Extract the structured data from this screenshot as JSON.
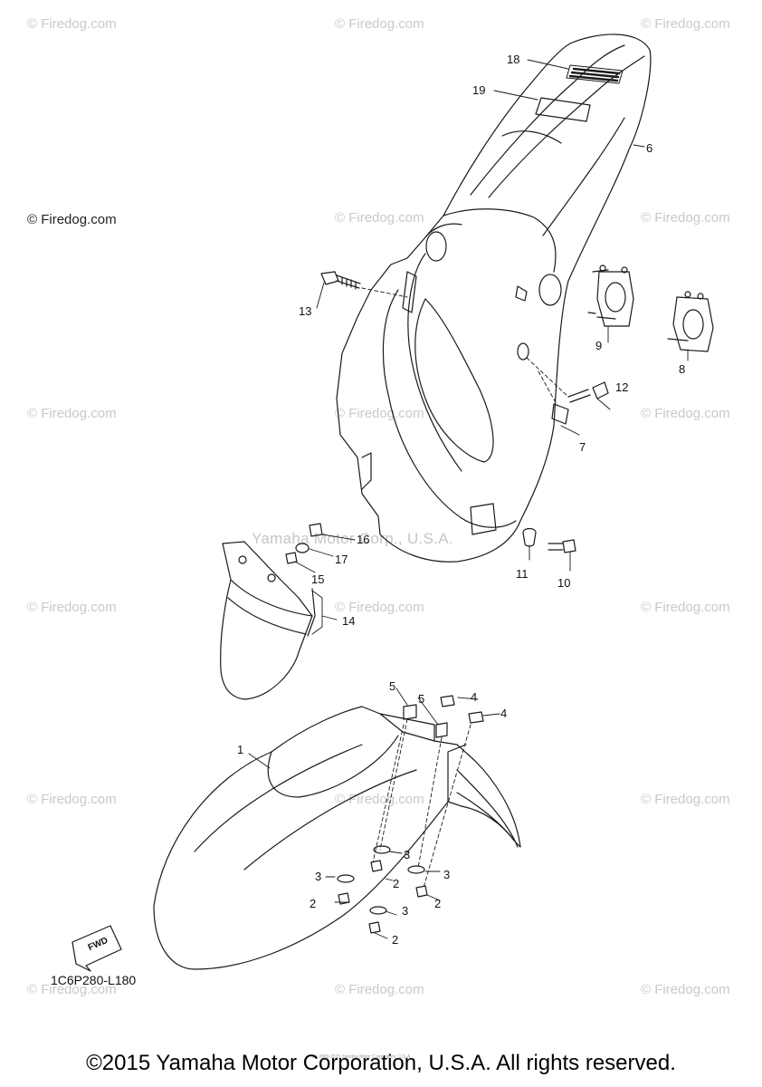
{
  "watermark_text": "© Firedog.com",
  "watermark_center": "Yamaha Motor Corp., U.S.A.",
  "callouts": [
    "1",
    "2",
    "3",
    "4",
    "5",
    "6",
    "7",
    "8",
    "9",
    "10",
    "11",
    "12",
    "13",
    "14",
    "15",
    "16",
    "17",
    "18",
    "19"
  ],
  "drawing_code": "1C6P280-L180",
  "fwd_label": "FWD",
  "copyright": "©2015 Yamaha Motor Corporation, U.S.A. All rights reserved.",
  "small_print": "(c) 2000-2015 Yamaha Motor Corporation, U.S.A.",
  "colors": {
    "line": "#1a1a1a",
    "watermark": "#c9c9c9"
  }
}
